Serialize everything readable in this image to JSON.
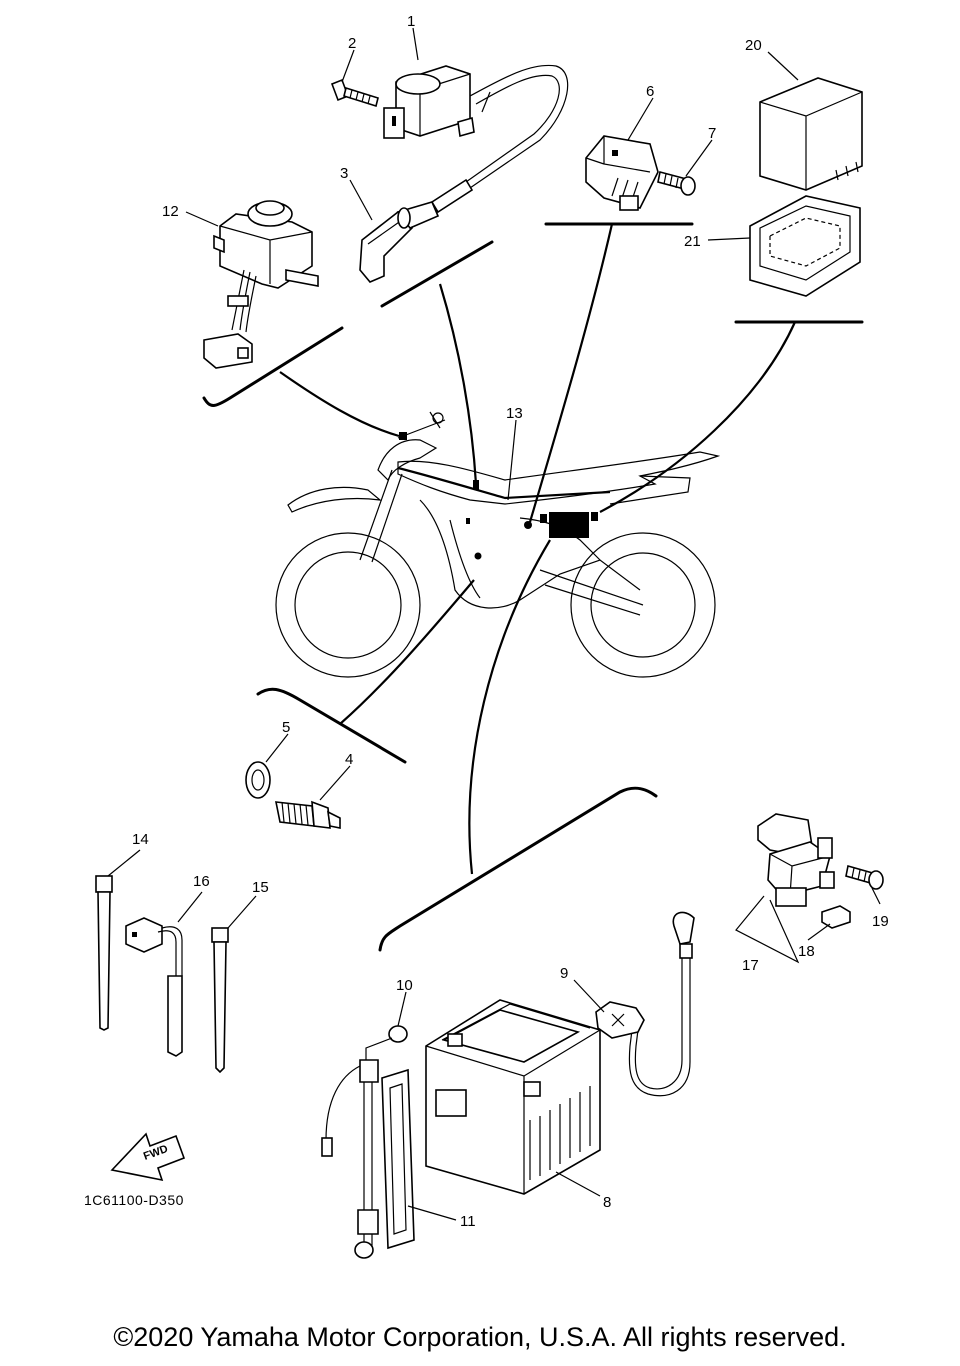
{
  "diagram": {
    "callouts": [
      {
        "id": "c1",
        "label": "1"
      },
      {
        "id": "c2",
        "label": "2"
      },
      {
        "id": "c3",
        "label": "3"
      },
      {
        "id": "c4",
        "label": "4"
      },
      {
        "id": "c5",
        "label": "5"
      },
      {
        "id": "c6",
        "label": "6"
      },
      {
        "id": "c7",
        "label": "7"
      },
      {
        "id": "c8",
        "label": "8"
      },
      {
        "id": "c9",
        "label": "9"
      },
      {
        "id": "c10",
        "label": "10"
      },
      {
        "id": "c11",
        "label": "11"
      },
      {
        "id": "c12",
        "label": "12"
      },
      {
        "id": "c13",
        "label": "13"
      },
      {
        "id": "c14",
        "label": "14"
      },
      {
        "id": "c15",
        "label": "15"
      },
      {
        "id": "c16",
        "label": "16"
      },
      {
        "id": "c17",
        "label": "17"
      },
      {
        "id": "c18",
        "label": "18"
      },
      {
        "id": "c19",
        "label": "19"
      },
      {
        "id": "c20",
        "label": "20"
      },
      {
        "id": "c21",
        "label": "21"
      }
    ],
    "fwd_label": "FWD",
    "drawing_code": "1C61100-D350"
  },
  "footer": {
    "copyright": "©2020 Yamaha Motor Corporation, U.S.A. All rights reserved."
  }
}
